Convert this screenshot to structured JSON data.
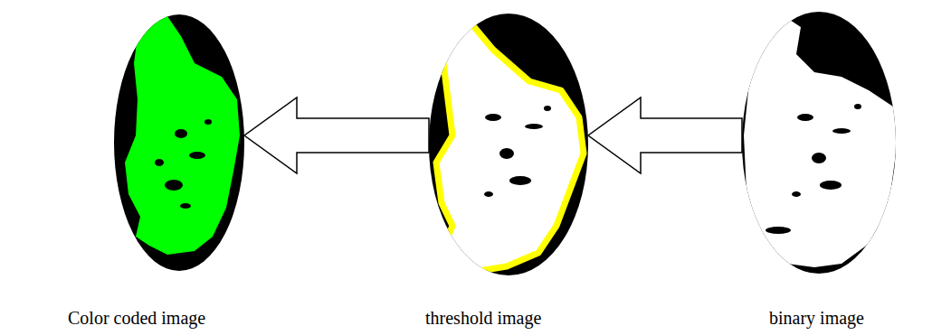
{
  "diagram": {
    "nodes": [
      {
        "text": [
          "Color coded image"
        ]
      },
      {
        "text": [
          "threshold image"
        ]
      },
      {
        "text": [
          "binary image"
        ]
      }
    ],
    "edges": [
      {
        "from": 2,
        "to": 1,
        "arrow": "to"
      },
      {
        "from": 1,
        "to": 0,
        "arrow": "to"
      }
    ]
  }
}
